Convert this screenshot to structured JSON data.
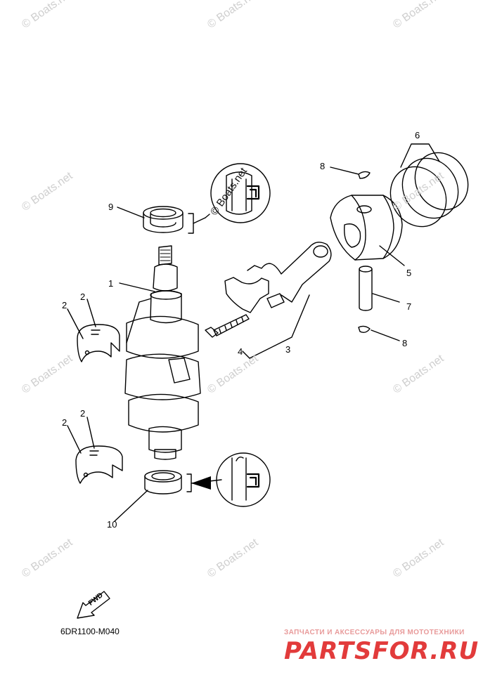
{
  "watermark": {
    "text": "© Boats.net"
  },
  "callouts": {
    "c1": "1",
    "c2a": "2",
    "c2b": "2",
    "c2c": "2",
    "c2d": "2",
    "c3": "3",
    "c4": "4",
    "c5": "5",
    "c6": "6",
    "c7": "7",
    "c8a": "8",
    "c8b": "8",
    "c9": "9",
    "c10": "10"
  },
  "fwd_label": "FWD",
  "diagram_code": "6DR1100-M040",
  "branding": {
    "tagline": "ЗАПЧАСТИ И АКСЕССУАРЫ ДЛЯ МОТОТЕХНИКИ",
    "logo": "PARTSFOR.RU"
  },
  "colors": {
    "line": "#000000",
    "watermark": "#cfcfcf",
    "brand": "#e23b3b"
  }
}
